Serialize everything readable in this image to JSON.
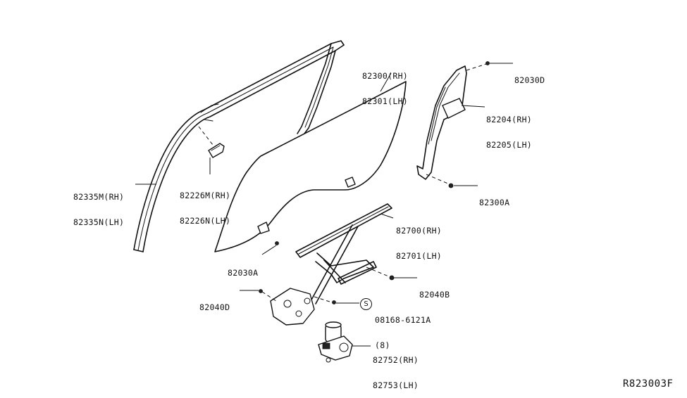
{
  "labels": {
    "p82300": [
      "82300(RH)",
      "82301(LH)"
    ],
    "p82030D": [
      "82030D"
    ],
    "p82204": [
      "82204(RH)",
      "82205(LH)"
    ],
    "p82300A": [
      "82300A"
    ],
    "p82335": [
      "82335M(RH)",
      "82335N(LH)"
    ],
    "p82226": [
      "82226M(RH)",
      "82226N(LH)"
    ],
    "p82700": [
      "82700(RH)",
      "82701(LH)"
    ],
    "p82030A": [
      "82030A"
    ],
    "p82040B": [
      "82040B"
    ],
    "p82040D": [
      "82040D"
    ],
    "p08168": [
      "08168-6121A",
      "(8)"
    ],
    "p82752": [
      "82752(RH)",
      "82753(LH)"
    ]
  },
  "symbol_s": "S",
  "diagram_ref": "R823003F"
}
